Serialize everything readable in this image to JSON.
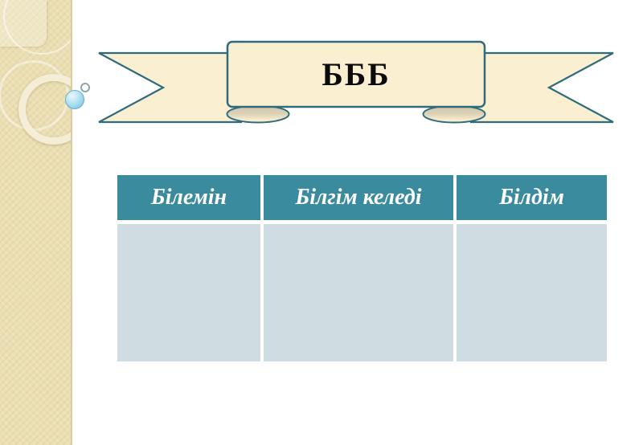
{
  "banner": {
    "title": "БББ"
  },
  "table": {
    "headers": [
      "Білемін",
      "Білгім келеді",
      "Білдім"
    ],
    "rows": [
      [
        "",
        "",
        ""
      ]
    ]
  },
  "colors": {
    "ribbon_fill": "#FAEFD1",
    "ribbon_stroke": "#2E6B7D",
    "fold_shadow": "#D6CCB2",
    "table_header_bg": "#3A8B9D",
    "table_header_text": "#FFFFFF",
    "table_cell_bg": "#CFDDE3",
    "sidebar_bg": "#EADEB2",
    "sphere": "#A8DCEF"
  },
  "decorations": {
    "sidebar": [
      "circle-outline-large",
      "circle-outline-thin",
      "ring",
      "corner-highlight"
    ],
    "floating": [
      "sphere",
      "small-circle"
    ]
  }
}
